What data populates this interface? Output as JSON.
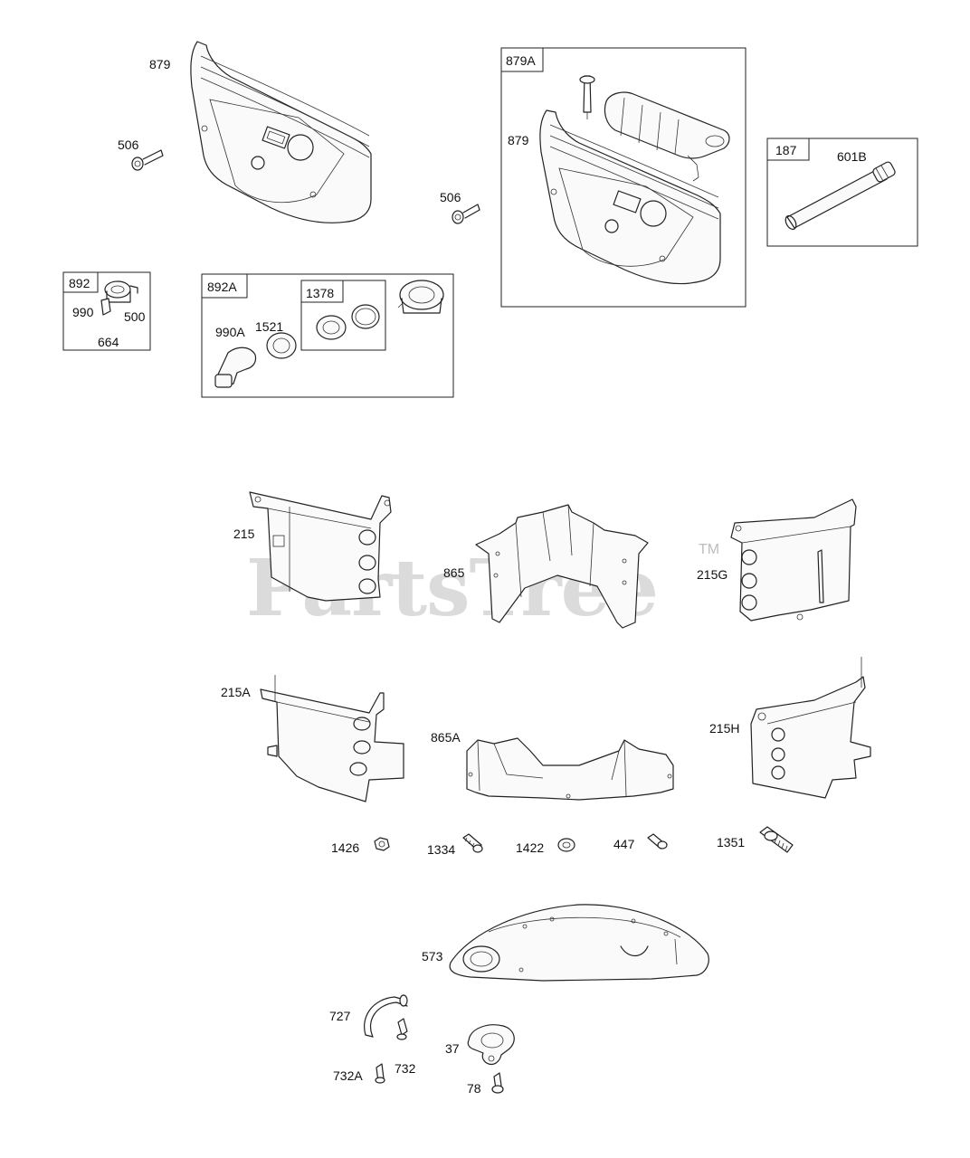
{
  "watermark": {
    "text": "PartsTree",
    "tm": "TM"
  },
  "boxes": {
    "b879a": "879A",
    "b187": "187",
    "b892": "892",
    "b892a": "892A",
    "b1378": "1378"
  },
  "labels": {
    "l879": "879",
    "l506": "506",
    "l879b": "879",
    "l506b": "506",
    "l601b": "601B",
    "l990": "990",
    "l500": "500",
    "l664": "664",
    "l990a": "990A",
    "l1521": "1521",
    "l215": "215",
    "l865": "865",
    "l215g": "215G",
    "l215a": "215A",
    "l865a": "865A",
    "l215h": "215H",
    "l1426": "1426",
    "l1334": "1334",
    "l1422": "1422",
    "l447": "447",
    "l1351": "1351",
    "l573": "573",
    "l727": "727",
    "l732": "732",
    "l732a": "732A",
    "l37": "37",
    "l78": "78"
  }
}
